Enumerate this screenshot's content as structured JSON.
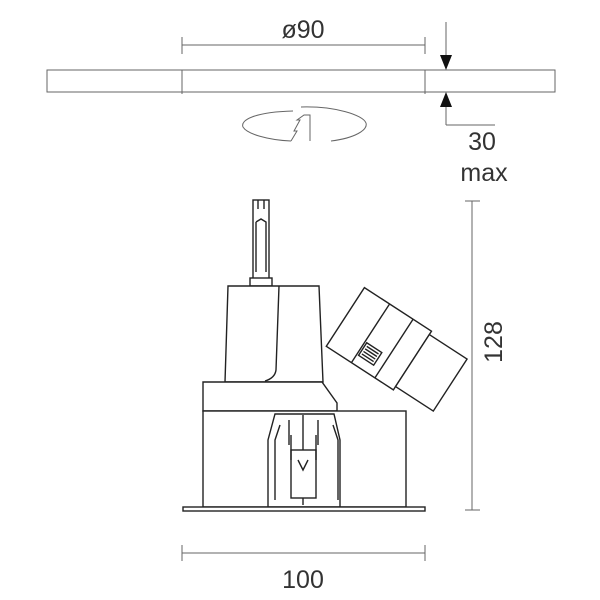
{
  "title": "Recessed adjustable downlight dimension drawing",
  "dimensions": {
    "cutout_diameter": "ø90",
    "ceiling_thickness": "30",
    "ceiling_thickness_suffix": "max",
    "height": "128",
    "width": "100"
  },
  "colors": {
    "line": "#222222",
    "dimension": "#666666",
    "text": "#333333"
  }
}
